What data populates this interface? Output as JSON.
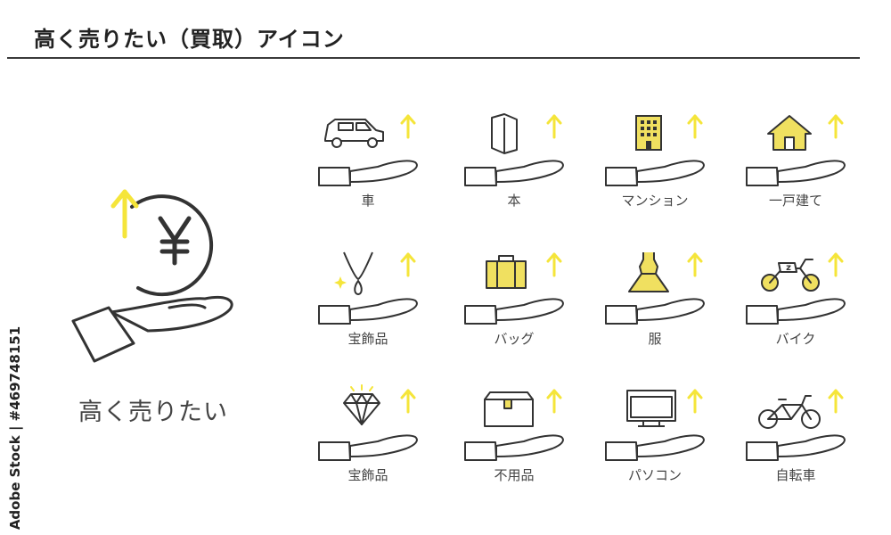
{
  "header": {
    "title": "高く売りたい（買取）アイコン"
  },
  "watermark": {
    "text": "Adobe Stock | #469748151"
  },
  "hero": {
    "caption": "高く売りたい",
    "icon": "yen-coin-up-hand-icon"
  },
  "colors": {
    "accent": "#F5E53A",
    "line": "#333333",
    "fill": "#F0E060"
  },
  "items": [
    {
      "label": "車",
      "icon": "car-icon"
    },
    {
      "label": "本",
      "icon": "book-icon"
    },
    {
      "label": "マンション",
      "icon": "apartment-icon"
    },
    {
      "label": "一戸建て",
      "icon": "house-icon"
    },
    {
      "label": "宝飾品",
      "icon": "necklace-icon"
    },
    {
      "label": "バッグ",
      "icon": "bag-icon"
    },
    {
      "label": "服",
      "icon": "dress-icon"
    },
    {
      "label": "バイク",
      "icon": "motorbike-icon"
    },
    {
      "label": "宝飾品",
      "icon": "diamond-icon"
    },
    {
      "label": "不用品",
      "icon": "box-icon"
    },
    {
      "label": "パソコン",
      "icon": "computer-icon"
    },
    {
      "label": "自転車",
      "icon": "bicycle-icon"
    }
  ]
}
